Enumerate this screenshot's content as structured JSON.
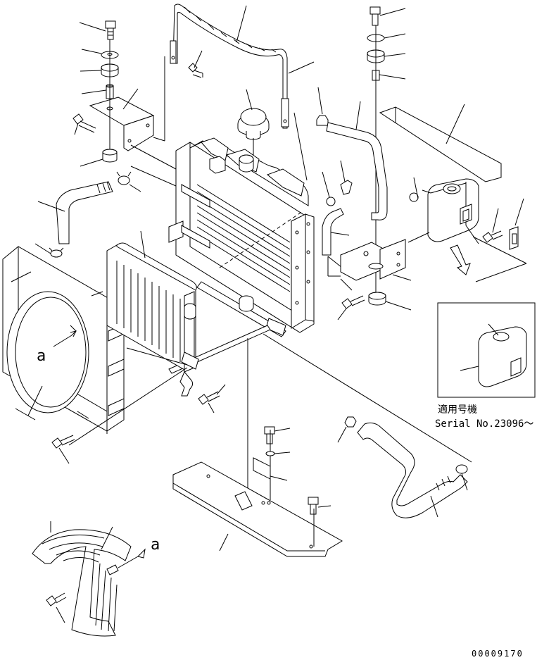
{
  "view_marker": "a",
  "inset": {
    "label_ja": "適用号機",
    "label_serial": "Serial No.23096～"
  },
  "drawing_number": "00009170"
}
